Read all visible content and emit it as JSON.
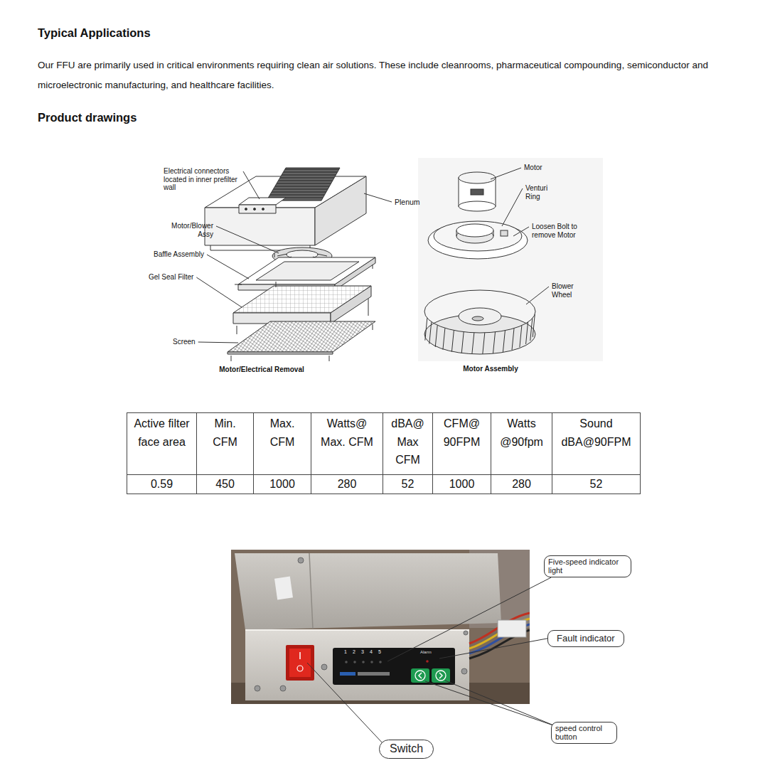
{
  "diagram": {
    "title": "Typical Applications",
    "nodes": [
      {
        "text": [
          "Five-speed indicator light"
        ]
      },
      {
        "text": [
          "Fault indicator"
        ]
      },
      {
        "text": [
          "speed control button"
        ]
      },
      {
        "text": [
          "Switch"
        ]
      }
    ],
    "labels": [
      "Our FFU are primarily used in critical environments requiring clean air solutions. These include cleanrooms, pharmaceutical compounding, semiconductor and microelectronic manufacturing, and healthcare facilities.",
      "Product drawings",
      "Electrical connectors located in inner prefilter wall",
      "Plenum",
      "Motor/Blower Assy",
      "Baffle Assembly",
      "Gel Seal Filter",
      "Screen",
      "Motor/Electrical Removal",
      "Motor",
      "Venturi Ring",
      "Loosen Bolt to remove Motor",
      "Blower Wheel",
      "Motor Assembly",
      "Active filter face area",
      "Min. CFM",
      "Max. CFM",
      "Watts@ Max. CFM",
      "dBA@ Max CFM",
      "CFM@ 90FPM",
      "Watts @90fpm",
      "Sound dBA@90FPM",
      "0.59",
      "450",
      "1000",
      "280",
      "52",
      "1000",
      "280",
      "52",
      "1",
      "2",
      "3",
      "4",
      "5",
      "Alarm"
    ]
  }
}
